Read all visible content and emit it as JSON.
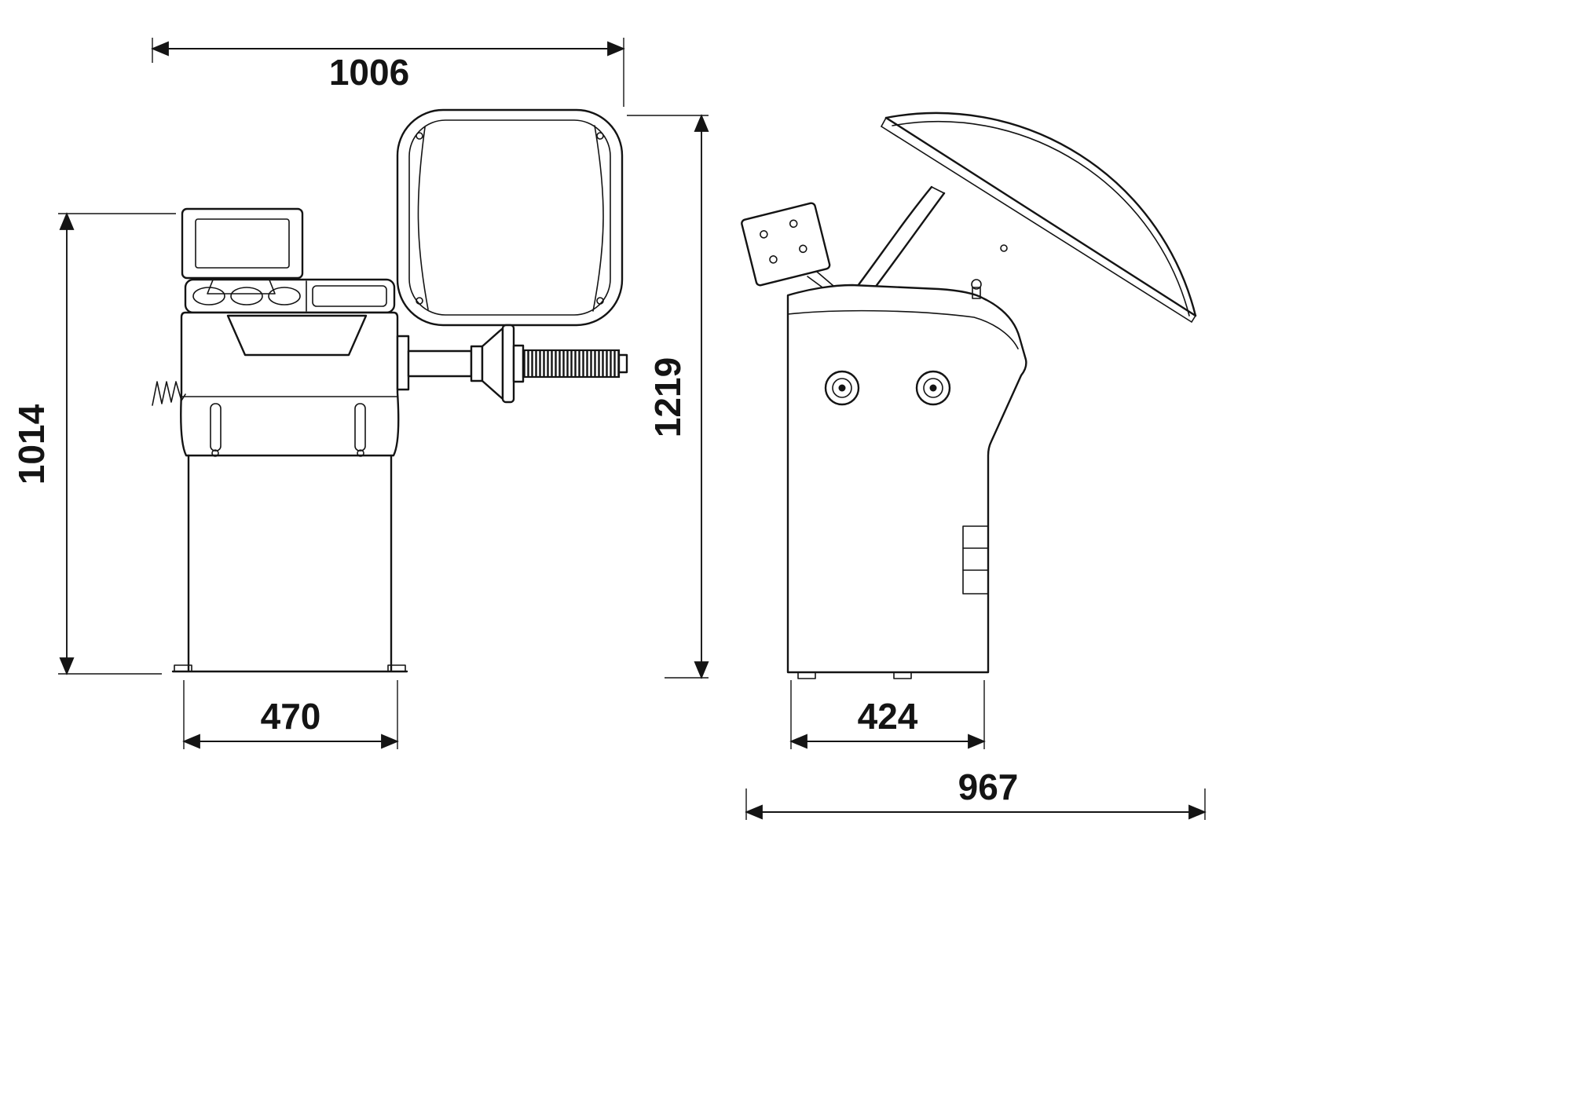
{
  "drawing": {
    "type": "technical-dimension-drawing",
    "subject": "wheel-balancer",
    "line_color": "#141414",
    "background": "#ffffff"
  },
  "dims": {
    "front_width": "1006",
    "front_height": "1014",
    "total_height": "1219",
    "front_base_width": "470",
    "side_base_depth": "424",
    "total_depth": "967"
  }
}
